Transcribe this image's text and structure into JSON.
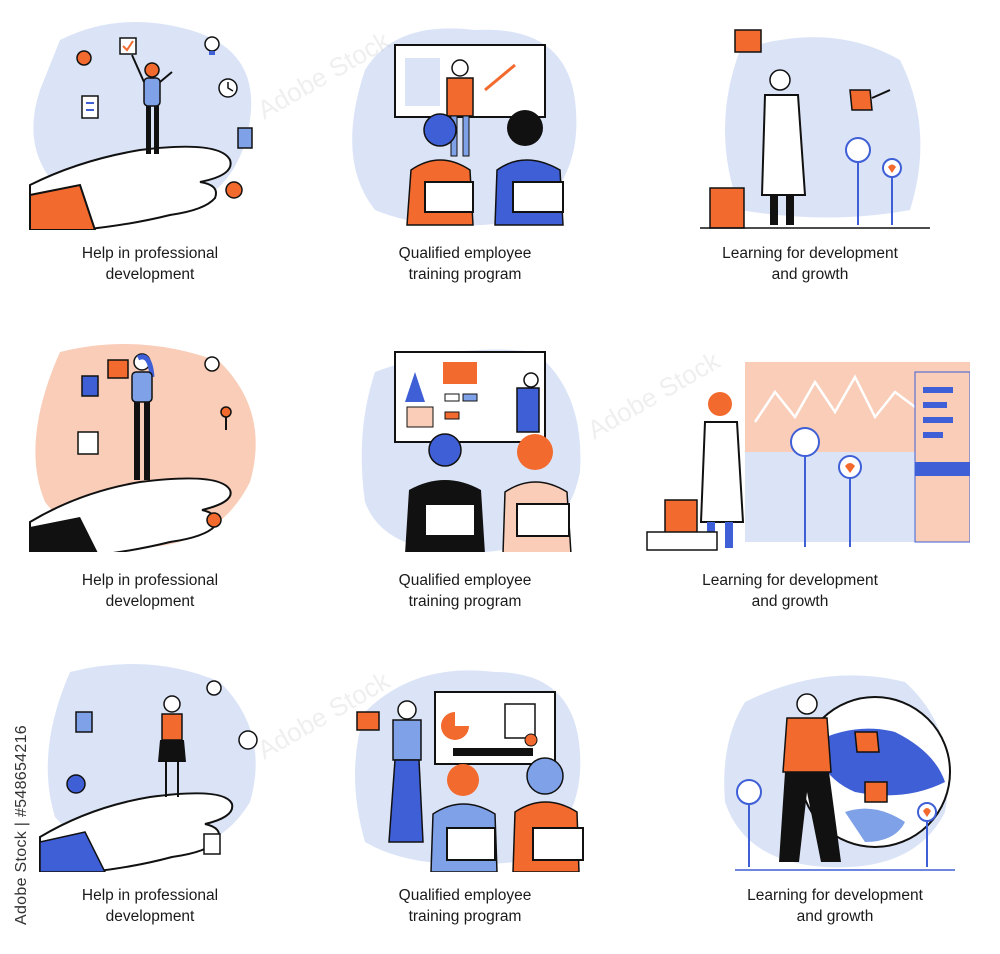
{
  "cards": [
    {
      "line1": "Help in professional",
      "line2": "development"
    },
    {
      "line1": "Qualified employee",
      "line2": "training program"
    },
    {
      "line1": "Learning for development",
      "line2": "and growth"
    },
    {
      "line1": "Help in professional",
      "line2": "development"
    },
    {
      "line1": "Qualified employee",
      "line2": "training program"
    },
    {
      "line1": "Learning for development",
      "line2": "and growth"
    },
    {
      "line1": "Help in professional",
      "line2": "development"
    },
    {
      "line1": "Qualified employee",
      "line2": "training program"
    },
    {
      "line1": "Learning for development",
      "line2": "and growth"
    }
  ],
  "stock": {
    "label": "Adobe Stock | #548654216",
    "watermark": "Adobe Stock"
  },
  "colors": {
    "orange": "#f26a2e",
    "blue": "#3f5fd6",
    "lightblue": "#dbe4f7",
    "peach": "#f9cdb8",
    "black": "#111111"
  },
  "icons": [
    "hand-icon",
    "person-icon",
    "lightbulb-icon",
    "clock-icon",
    "money-icon",
    "coin-icon",
    "checklist-icon",
    "book-icon",
    "watering-can-icon",
    "flower-icon",
    "board-icon",
    "chair-icon",
    "globe-icon",
    "gear-icon",
    "key-icon"
  ]
}
